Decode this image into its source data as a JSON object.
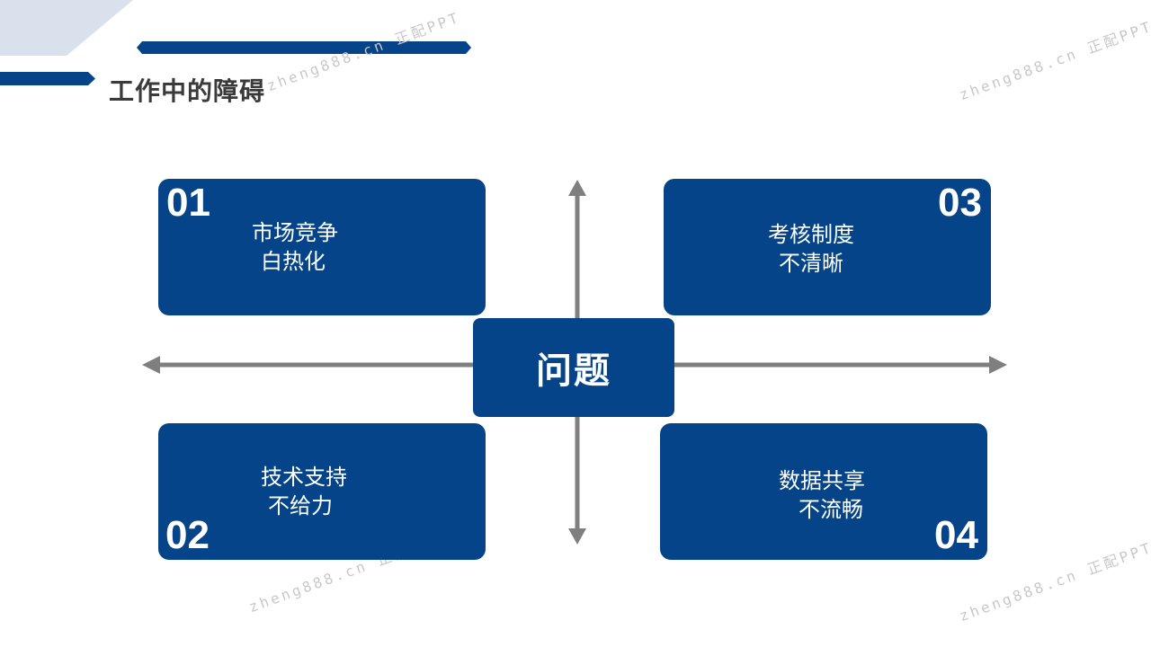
{
  "page_title": "工作中的障碍",
  "center_label": "问题",
  "quadrants": [
    {
      "number": "01",
      "line1": "市场竞争",
      "line2": "白热化"
    },
    {
      "number": "02",
      "line1": "技术支持",
      "line2": "不给力"
    },
    {
      "number": "03",
      "line1": "考核制度",
      "line2": "不清晰"
    },
    {
      "number": "04",
      "line1": "数据共享",
      "line2": "不流畅"
    }
  ],
  "watermark": "zheng888.cn 正配PPT",
  "colors": {
    "primary": "#054488",
    "axis": "#7f7f7f",
    "corner": "#d9e1ec",
    "title": "#3a3a3a"
  }
}
